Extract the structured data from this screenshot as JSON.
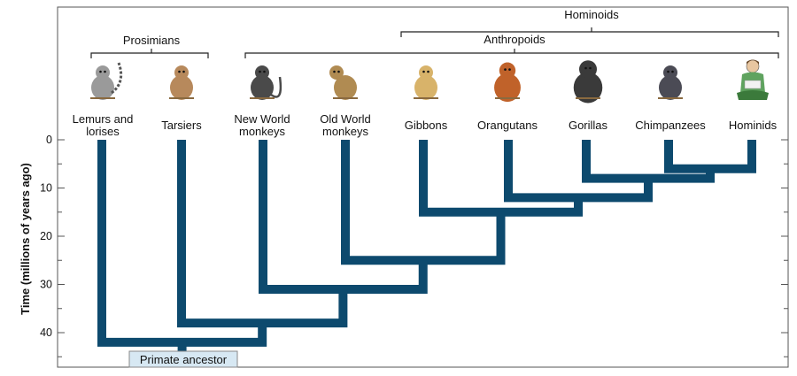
{
  "title": "",
  "axis": {
    "label": "Time (millions of years ago)",
    "range": [
      0,
      47
    ],
    "ticks": [
      0,
      10,
      20,
      30,
      40
    ]
  },
  "groups": [
    {
      "name": "Prosimians",
      "from": 0,
      "to": 1
    },
    {
      "name": "Anthropoids",
      "from": 2,
      "to": 8
    },
    {
      "name": "Hominoids",
      "from": 4,
      "to": 8
    }
  ],
  "taxa": [
    {
      "id": "lemurs",
      "line1": "Lemurs and",
      "line2": "lorises",
      "icon": "lemur-icon"
    },
    {
      "id": "tarsiers",
      "line1": "Tarsiers",
      "line2": "",
      "icon": "tarsier-icon"
    },
    {
      "id": "nwm",
      "line1": "New World",
      "line2": "monkeys",
      "icon": "spider-monkey-icon"
    },
    {
      "id": "owm",
      "line1": "Old World",
      "line2": "monkeys",
      "icon": "baboon-icon"
    },
    {
      "id": "gibbons",
      "line1": "Gibbons",
      "line2": "",
      "icon": "gibbon-icon"
    },
    {
      "id": "orangutans",
      "line1": "Orangutans",
      "line2": "",
      "icon": "orangutan-icon"
    },
    {
      "id": "gorillas",
      "line1": "Gorillas",
      "line2": "",
      "icon": "gorilla-icon"
    },
    {
      "id": "chimps",
      "line1": "Chimpanzees",
      "line2": "",
      "icon": "chimpanzee-icon"
    },
    {
      "id": "hominids",
      "line1": "Hominids",
      "line2": "",
      "icon": "human-icon"
    }
  ],
  "divergences_mya": [
    {
      "id": "human-chimp",
      "a": 8,
      "b": 7,
      "time": 6
    },
    {
      "id": "gorilla-split",
      "a": 6,
      "b": "human-chimp",
      "time": 8
    },
    {
      "id": "orangutan-split",
      "a": 5,
      "b": "gorilla-split",
      "time": 12
    },
    {
      "id": "gibbon-split",
      "a": 4,
      "b": "orangutan-split",
      "time": 15
    },
    {
      "id": "owm-split",
      "a": 3,
      "b": "gibbon-split",
      "time": 25
    },
    {
      "id": "nwm-split",
      "a": 2,
      "b": "owm-split",
      "time": 31
    },
    {
      "id": "tarsier-split",
      "a": 1,
      "b": "nwm-split",
      "time": 38
    },
    {
      "id": "root",
      "a": 0,
      "b": "tarsier-split",
      "time": 42
    }
  ],
  "root_label": "Primate ancestor",
  "colors": {
    "branch": "#0d4a6e",
    "root_box": "#d7e8f3",
    "frame": "#555555"
  }
}
